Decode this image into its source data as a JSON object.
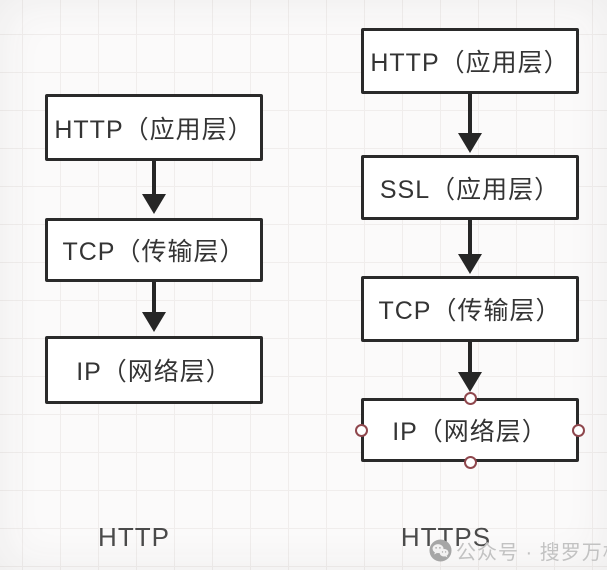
{
  "diagram": {
    "left_stack": {
      "caption": "HTTP",
      "boxes": [
        {
          "label": "HTTP（应用层）"
        },
        {
          "label": "TCP（传输层）"
        },
        {
          "label": "IP（网络层）"
        }
      ]
    },
    "right_stack": {
      "caption": "HTTPS",
      "boxes": [
        {
          "label": "HTTP（应用层）"
        },
        {
          "label": "SSL（应用层）"
        },
        {
          "label": "TCP（传输层）"
        },
        {
          "label": "IP（网络层）"
        }
      ]
    }
  },
  "watermark": {
    "icon": "wechat-icon",
    "text": "公众号 · 搜罗万相"
  },
  "colors": {
    "background": "#fbfafa",
    "grid_line": "#f0edec",
    "box_border": "#2a2a2a",
    "box_fill": "#ffffff",
    "arrow": "#262626",
    "handle_stroke": "#8f474d",
    "handle_fill": "#ffffff",
    "box_text": "#343434",
    "caption_text": "#4a4a4a",
    "watermark_text": "#c2c2c2"
  }
}
